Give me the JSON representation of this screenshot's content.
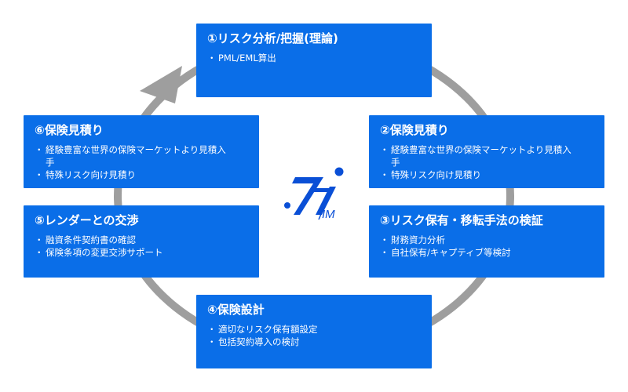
{
  "cycle": [
    {
      "title": "①リスク分析/把握(理論)",
      "items": [
        "PML/EML算出"
      ]
    },
    {
      "title": "②保険見積り",
      "items": [
        "経験豊富な世界の保険マーケットより見積入手",
        "特殊リスク向け見積り"
      ]
    },
    {
      "title": "③リスク保有・移転手法の検証",
      "items": [
        "財務資力分析",
        "自社保有/キャプティブ等検討"
      ]
    },
    {
      "title": "④保険設計",
      "items": [
        "適切なリスク保有額設定",
        "包括契約導入の検討"
      ]
    },
    {
      "title": "⑤レンダーとの交渉",
      "items": [
        "融資条件契約書の確認",
        "保険条項の変更交渉サポート"
      ]
    },
    {
      "title": "⑥保険見積り",
      "items": [
        "経験豊富な世界の保険マーケットより見積入手",
        "特殊リスク向け見積り"
      ]
    }
  ],
  "logo": {
    "mark_color": "#0a4fd6",
    "text": "IM"
  },
  "colors": {
    "box": "#0a6ee8",
    "ring": "#9e9e9e"
  }
}
